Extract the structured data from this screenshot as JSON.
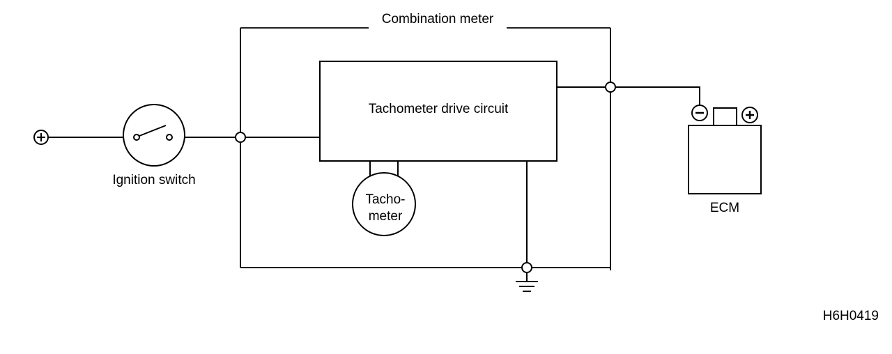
{
  "labels": {
    "combination_meter": "Combination meter",
    "tachometer_drive_circuit": "Tachometer drive circuit",
    "tacho_line1": "Tacho-",
    "tacho_line2": "meter",
    "ignition_switch": "Ignition switch",
    "ecm": "ECM",
    "figure_code": "H6H0419"
  },
  "symbols": {
    "positive_source": "+",
    "ecm_negative_terminal": "−",
    "ecm_positive_terminal": "+"
  },
  "colors": {
    "line": "#000000",
    "background": "#ffffff"
  }
}
